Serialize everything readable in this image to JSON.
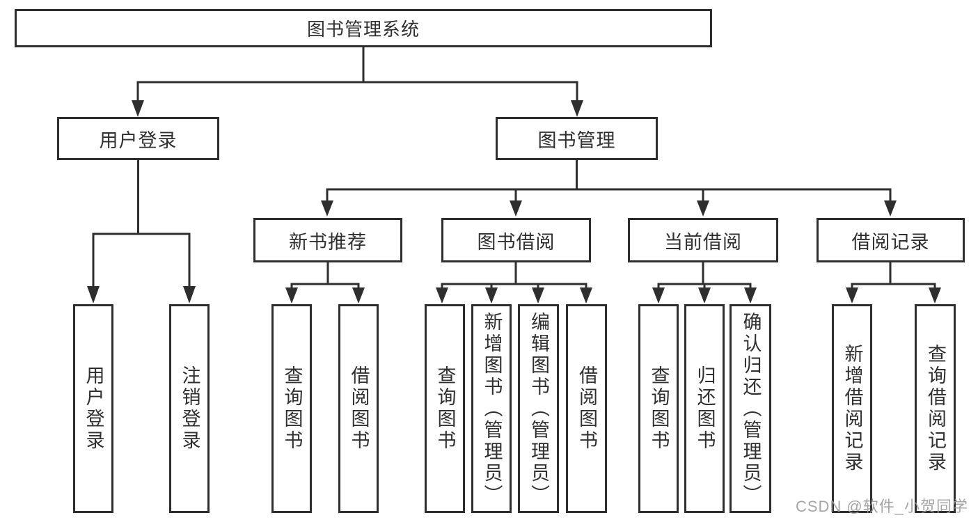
{
  "diagram": {
    "root": {
      "label": "图书管理系统"
    },
    "level2": {
      "user_login": {
        "label": "用户登录"
      },
      "book_management": {
        "label": "图书管理"
      }
    },
    "level3": {
      "new_book": {
        "label": "新书推荐"
      },
      "book_borrow": {
        "label": "图书借阅"
      },
      "current_borrow": {
        "label": "当前借阅"
      },
      "borrow_records": {
        "label": "借阅记录"
      }
    },
    "leaves": {
      "user_login": [
        "用户登录",
        "注销登录"
      ],
      "new_book": [
        "查询图书",
        "借阅图书"
      ],
      "book_borrow": [
        "查询图书",
        "新增图书（管理员）",
        "编辑图书（管理员）",
        "借阅图书"
      ],
      "current_borrow": [
        "查询图书",
        "归还图书",
        "确认归还（管理员）"
      ],
      "borrow_records": [
        "新增借阅记录",
        "查询借阅记录"
      ]
    }
  },
  "watermark": {
    "text": "CSDN @软件_小贺同学"
  },
  "colors": {
    "line": "#2e2e2e",
    "text": "#2f2f2f",
    "watermark": "#9c9c9c",
    "background": "#ffffff"
  }
}
